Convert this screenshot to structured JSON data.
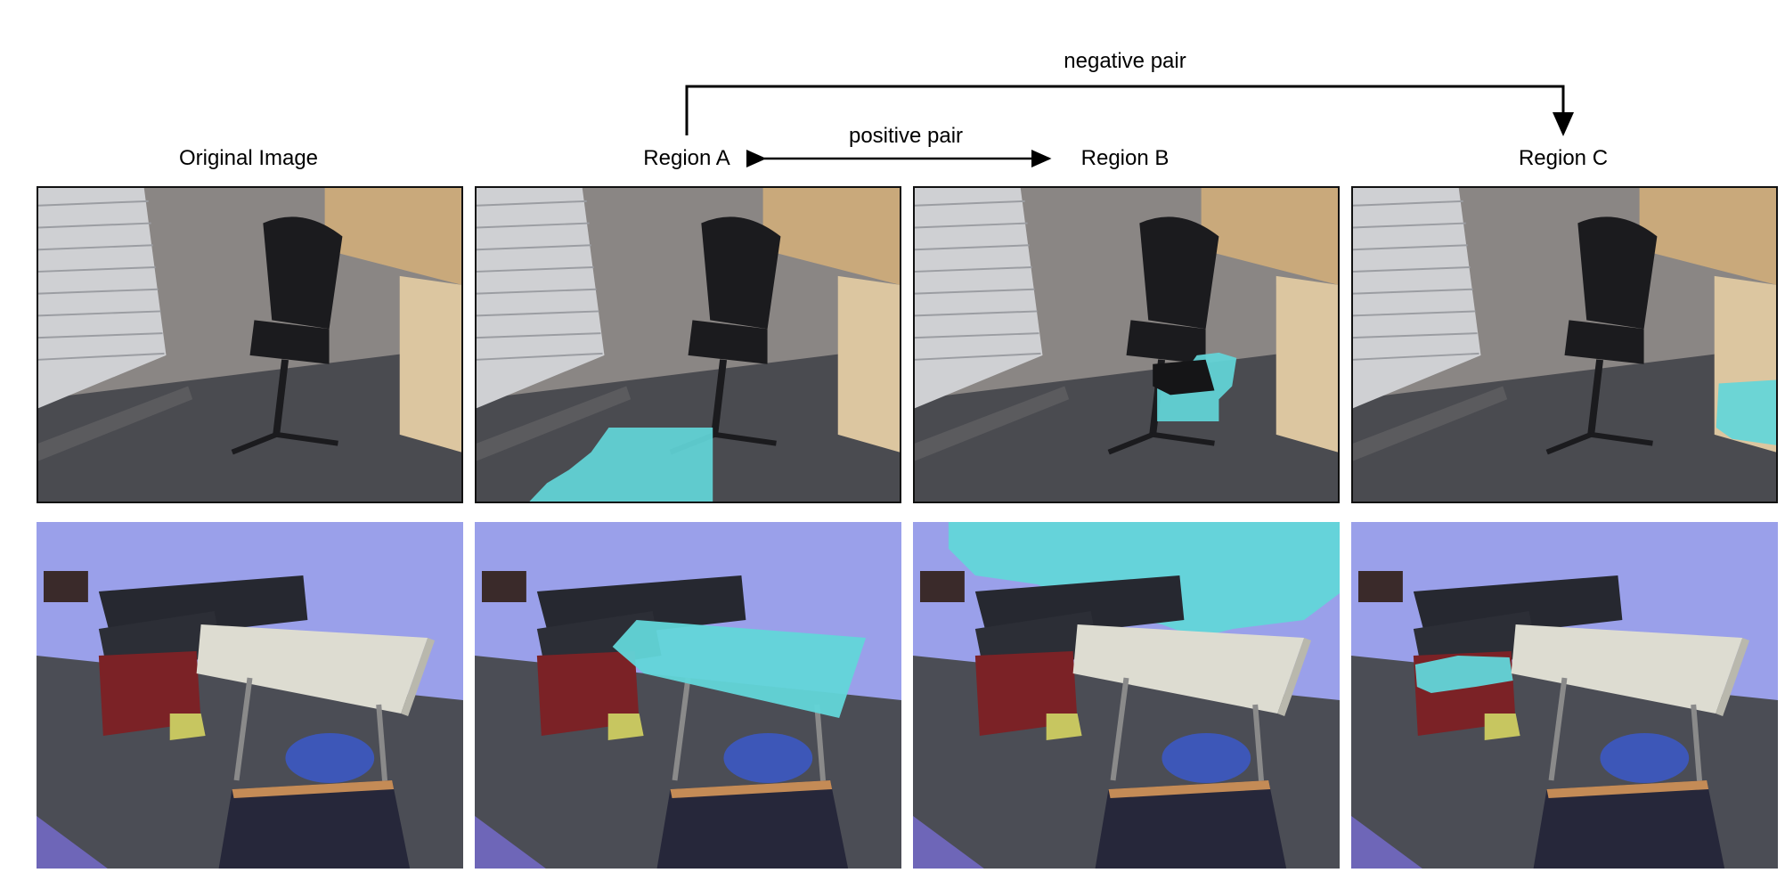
{
  "figure": {
    "labels": {
      "original": "Original Image",
      "region_a": "Region A",
      "region_b": "Region B",
      "region_c": "Region C",
      "positive_pair": "positive pair",
      "negative_pair": "negative pair"
    },
    "colors": {
      "region_mask": "#62d6d9",
      "line": "#000000",
      "wall_office": "#8f8b8a",
      "wall_lounge": "#9aa0ea",
      "carpet": "#4b4d55"
    }
  }
}
